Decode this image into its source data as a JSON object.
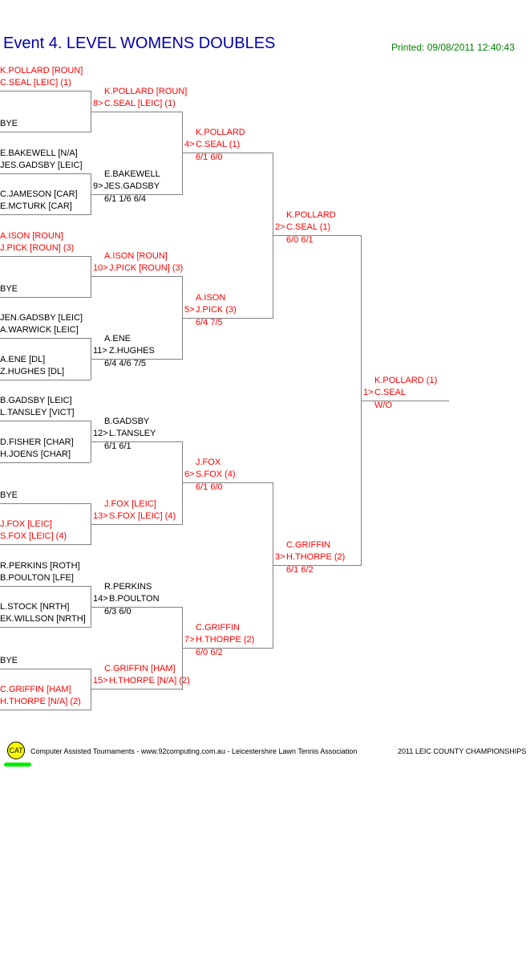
{
  "header": {
    "title": "Event 4. LEVEL WOMENS DOUBLES",
    "printed": "Printed: 09/08/2011 12:40:43"
  },
  "colors": {
    "winner": "#ff0000",
    "normal": "#000000",
    "lines": "#808080"
  },
  "round1": [
    {
      "lines": [
        "K.POLLARD [ROUN]",
        "C.SEAL [LEIC] (1)"
      ],
      "color": "#ff0000"
    },
    {
      "lines": [
        "BYE"
      ],
      "color": "#000000"
    },
    {
      "lines": [
        "E.BAKEWELL [N/A]",
        "JES.GADSBY [LEIC]"
      ],
      "color": "#000000"
    },
    {
      "lines": [
        "C.JAMESON [CAR]",
        "E.MCTURK [CAR]"
      ],
      "color": "#000000"
    },
    {
      "lines": [
        "A.ISON [ROUN]",
        "J.PICK [ROUN] (3)"
      ],
      "color": "#ff0000"
    },
    {
      "lines": [
        "BYE"
      ],
      "color": "#000000"
    },
    {
      "lines": [
        "JEN.GADSBY [LEIC]",
        "A.WARWICK [LEIC]"
      ],
      "color": "#000000"
    },
    {
      "lines": [
        "A.ENE [DL]",
        "Z.HUGHES [DL]"
      ],
      "color": "#000000"
    },
    {
      "lines": [
        "B.GADSBY [LEIC]",
        "L.TANSLEY [VICT]"
      ],
      "color": "#000000"
    },
    {
      "lines": [
        "D.FISHER [CHAR]",
        "H.JOENS [CHAR]"
      ],
      "color": "#000000"
    },
    {
      "lines": [
        "BYE"
      ],
      "color": "#000000"
    },
    {
      "lines": [
        "J.FOX [LEIC]",
        "S.FOX [LEIC] (4)"
      ],
      "color": "#ff0000"
    },
    {
      "lines": [
        "R.PERKINS [ROTH]",
        "B.POULTON [LFE]"
      ],
      "color": "#000000"
    },
    {
      "lines": [
        "L.STOCK [NRTH]",
        "EK.WILLSON [NRTH]"
      ],
      "color": "#000000"
    },
    {
      "lines": [
        "BYE"
      ],
      "color": "#000000"
    },
    {
      "lines": [
        "C.GRIFFIN [HAM]",
        "H.THORPE [N/A] (2)"
      ],
      "color": "#ff0000"
    }
  ],
  "rounds": [
    [
      {
        "num": "8>",
        "name1": "K.POLLARD [ROUN]",
        "name2": "C.SEAL [LEIC] (1)",
        "score": "",
        "color": "#ff0000"
      },
      {
        "num": "9>",
        "name1": "E.BAKEWELL",
        "name2": "JES.GADSBY",
        "score": "6/1 1/6 6/4",
        "color": "#000000"
      },
      {
        "num": "10>",
        "name1": "A.ISON [ROUN]",
        "name2": "J.PICK [ROUN] (3)",
        "score": "",
        "color": "#ff0000"
      },
      {
        "num": "11>",
        "name1": "A.ENE",
        "name2": "Z.HUGHES",
        "score": "6/4 4/6 7/5",
        "color": "#000000"
      },
      {
        "num": "12>",
        "name1": "B.GADSBY",
        "name2": "L.TANSLEY",
        "score": "6/1 6/1",
        "color": "#000000"
      },
      {
        "num": "13>",
        "name1": "J.FOX [LEIC]",
        "name2": "S.FOX [LEIC] (4)",
        "score": "",
        "color": "#ff0000"
      },
      {
        "num": "14>",
        "name1": "R.PERKINS",
        "name2": "B.POULTON",
        "score": "6/3 6/0",
        "color": "#000000"
      },
      {
        "num": "15>",
        "name1": "C.GRIFFIN [HAM]",
        "name2": "H.THORPE [N/A] (2)",
        "score": "",
        "color": "#ff0000"
      }
    ],
    [
      {
        "num": "4>",
        "name1": "K.POLLARD",
        "name2": "C.SEAL (1)",
        "score": "6/1 6/0",
        "color": "#ff0000"
      },
      {
        "num": "5>",
        "name1": "A.ISON",
        "name2": "J.PICK (3)",
        "score": "6/4 7/5",
        "color": "#ff0000"
      },
      {
        "num": "6>",
        "name1": "J.FOX",
        "name2": "S.FOX (4)",
        "score": "6/1 6/0",
        "color": "#ff0000"
      },
      {
        "num": "7>",
        "name1": "C.GRIFFIN",
        "name2": "H.THORPE (2)",
        "score": "6/0 6/2",
        "color": "#ff0000"
      }
    ],
    [
      {
        "num": "2>",
        "name1": "K.POLLARD",
        "name2": "C.SEAL (1)",
        "score": "6/0 6/1",
        "color": "#ff0000"
      },
      {
        "num": "3>",
        "name1": "C.GRIFFIN",
        "name2": "H.THORPE (2)",
        "score": "6/1 6/2",
        "color": "#ff0000"
      }
    ],
    [
      {
        "num": "1>",
        "name1": "K.POLLARD (1)",
        "name2": "C.SEAL",
        "score": "W/O",
        "color": "#ff0000"
      }
    ]
  ],
  "footer": {
    "logo": "CAT",
    "credit": "Computer Assisted Tournaments - www.92computing.com.au -  Leicestershire Lawn Tennis Association",
    "event": "2011 LEIC COUNTY CHAMPIONSHIPS"
  }
}
